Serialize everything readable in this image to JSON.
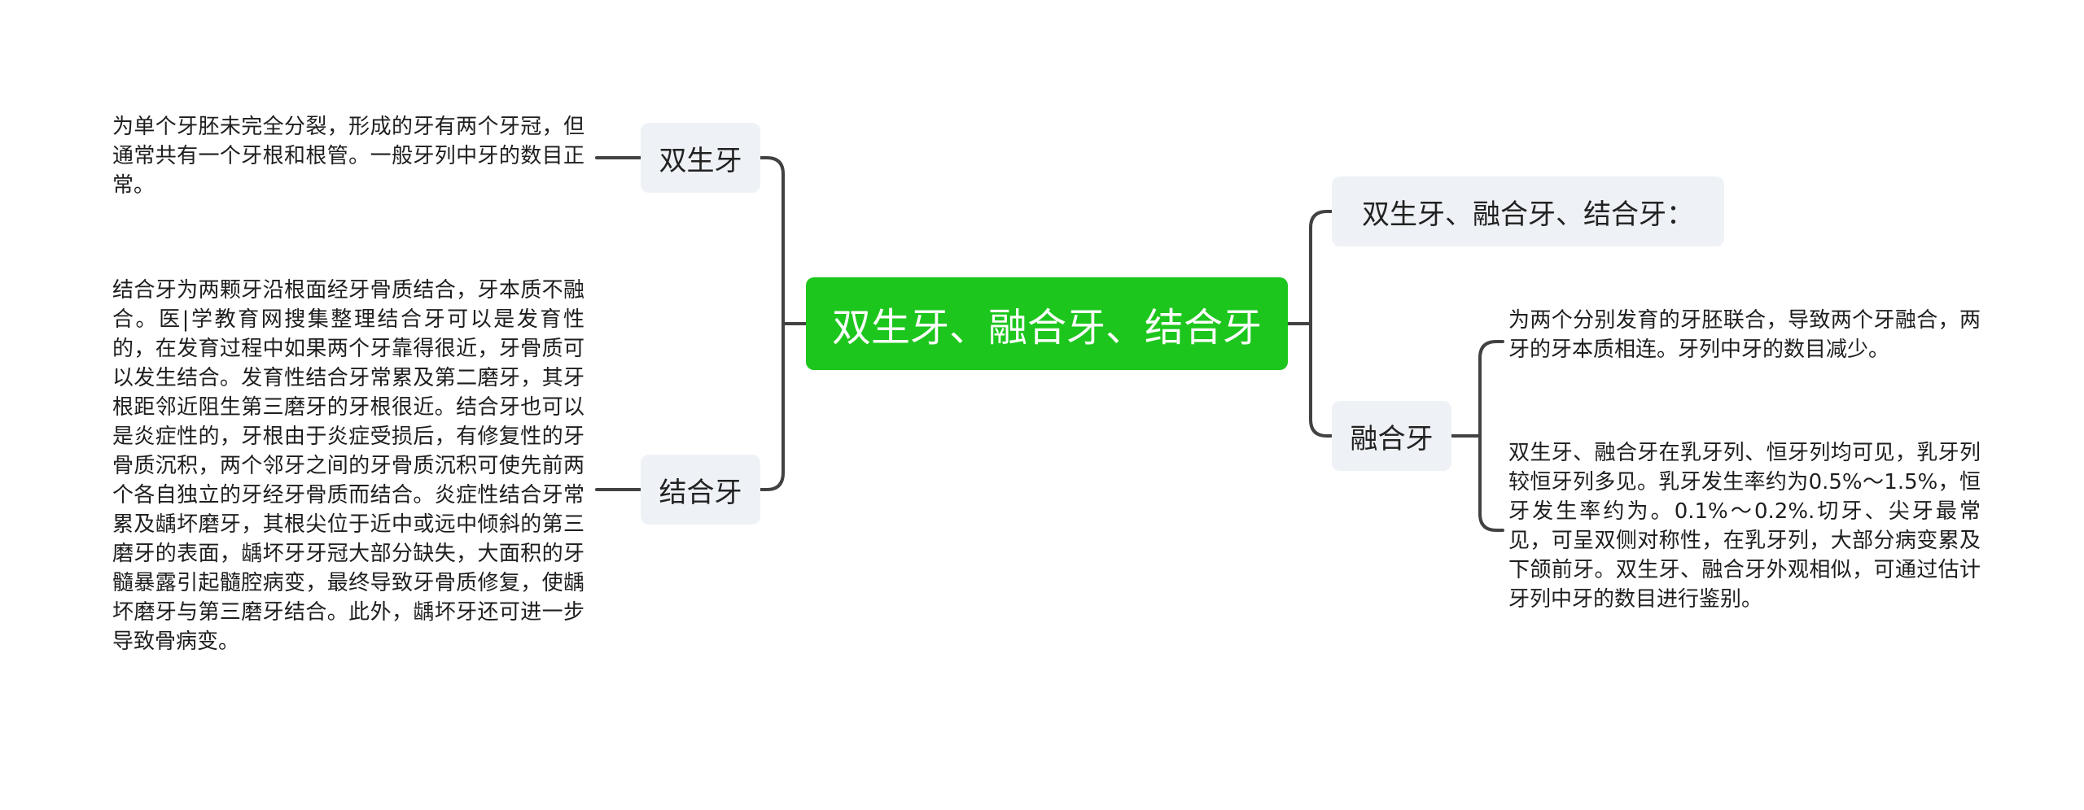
{
  "root": {
    "label": "双生牙、融合牙、结合牙"
  },
  "left": {
    "shuangsheng": {
      "label": "双生牙",
      "note": "为单个牙胚未完全分裂，形成的牙有两个牙冠，但通常共有一个牙根和根管。一般牙列中牙的数目正常。"
    },
    "jiehe": {
      "label": "结合牙",
      "note": "结合牙为两颗牙沿根面经牙骨质结合，牙本质不融合。医|学教育网搜集整理结合牙可以是发育性的，在发育过程中如果两个牙靠得很近，牙骨质可以发生结合。发育性结合牙常累及第二磨牙，其牙根距邻近阻生第三磨牙的牙根很近。结合牙也可以是炎症性的，牙根由于炎症受损后，有修复性的牙骨质沉积，两个邻牙之间的牙骨质沉积可使先前两个各自独立的牙经牙骨质而结合。炎症性结合牙常累及龋坏磨牙，其根尖位于近中或远中倾斜的第三磨牙的表面，龋坏牙牙冠大部分缺失，大面积的牙髓暴露引起髓腔病变，最终导致牙骨质修复，使龋坏磨牙与第三磨牙结合。此外，龋坏牙还可进一步导致骨病变。"
    }
  },
  "right": {
    "summary": {
      "label": "双生牙、融合牙、结合牙："
    },
    "ronghe": {
      "label": "融合牙",
      "notes": [
        "为两个分别发育的牙胚联合，导致两个牙融合，两牙的牙本质相连。牙列中牙的数目减少。",
        "双生牙、融合牙在乳牙列、恒牙列均可见，乳牙列较恒牙列多见。乳牙发生率约为0.5%～1.5%，恒牙发生率约为。0.1%～0.2%.切牙、尖牙最常见，可呈双侧对称性，在乳牙列，大部分病变累及下颌前牙。双生牙、融合牙外观相似，可通过估计牙列中牙的数目进行鉴别。"
      ]
    }
  },
  "colors": {
    "root_fill": "#1dc61d",
    "root_text": "#ffffff",
    "topic_fill": "#eef1f5",
    "text": "#1e1e1e",
    "connector": "#424242"
  }
}
